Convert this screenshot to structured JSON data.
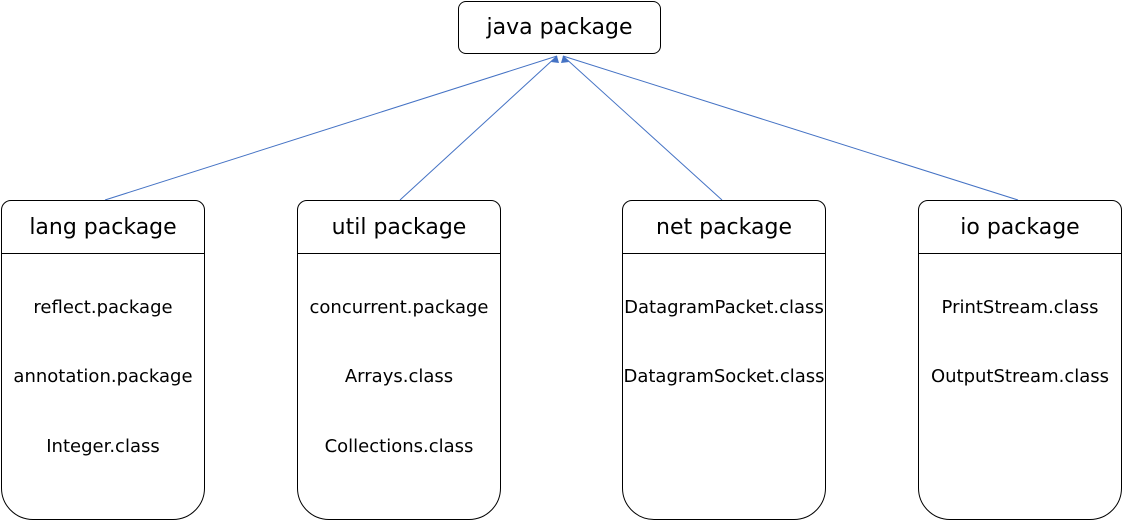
{
  "root": {
    "label": "java package"
  },
  "packages": [
    {
      "label": "lang package",
      "items": [
        "reflect.package",
        "annotation.package",
        "Integer.class"
      ]
    },
    {
      "label": "util package",
      "items": [
        "concurrent.package",
        "Arrays.class",
        "Collections.class"
      ]
    },
    {
      "label": "net package",
      "items": [
        "DatagramPacket.class",
        "DatagramSocket.class"
      ]
    },
    {
      "label": "io package",
      "items": [
        "PrintStream.class",
        "OutputStream.class"
      ]
    }
  ],
  "colors": {
    "connector": "#4472c4",
    "border": "#000000"
  }
}
